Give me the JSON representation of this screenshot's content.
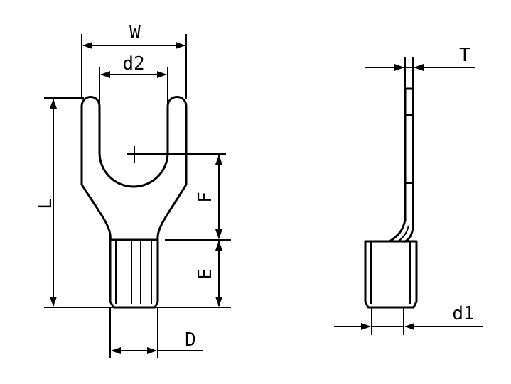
{
  "labels": {
    "W": "W",
    "d2": "d2",
    "L": "L",
    "F": "F",
    "E": "E",
    "D": "D",
    "T": "T",
    "d1": "d1"
  }
}
